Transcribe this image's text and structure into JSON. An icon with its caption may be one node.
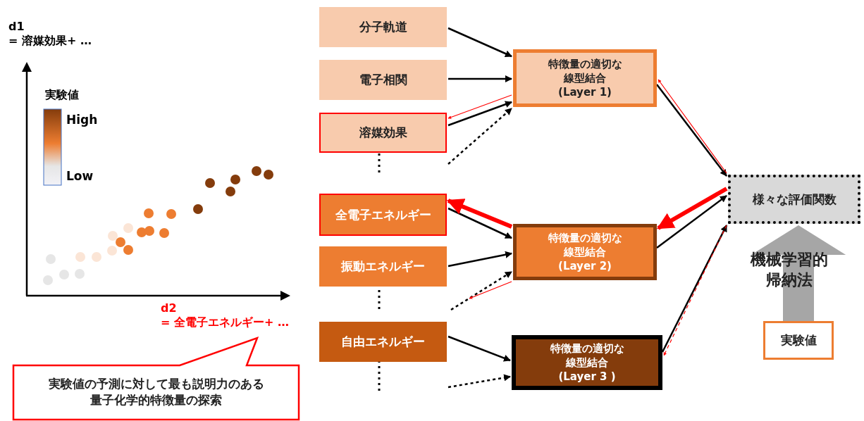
{
  "diagram": {
    "nodes": [
      {
        "text": [
          "分子軌道"
        ]
      },
      {
        "text": [
          "電子相関"
        ]
      },
      {
        "text": [
          "溶媒効果"
        ]
      },
      {
        "text": [
          "全電子エネルギー"
        ]
      },
      {
        "text": [
          "振動エネルギー"
        ]
      },
      {
        "text": [
          "自由エネルギー"
        ]
      },
      {
        "text": [
          "特徴量の適切な線型結合(Layer 1)"
        ]
      },
      {
        "text": [
          "特徴量の適切な線型結合(Layer 2)"
        ]
      },
      {
        "text": [
          "特徴量の適切な線型結合(Layer 3 )"
        ]
      },
      {
        "text": [
          "様々な評価関数"
        ]
      },
      {
        "text": [
          "実験値"
        ]
      },
      {
        "text": [
          "実験値の予測に対して最も説明力のある量子化学的特徴量の探索"
        ]
      }
    ],
    "edges": [
      {
        "from": 0,
        "to": 6,
        "arrow": "to"
      },
      {
        "from": 1,
        "to": 6,
        "arrow": "to"
      },
      {
        "from": 2,
        "to": 6,
        "arrow": "to"
      },
      {
        "from": null,
        "to": 6,
        "arrow": "to",
        "style": "dashed"
      },
      {
        "from": 6,
        "to": 2,
        "arrow": "to",
        "color": "#ff0000"
      },
      {
        "from": 3,
        "to": 7,
        "arrow": "to"
      },
      {
        "from": 7,
        "to": 3,
        "arrow": "to",
        "style": "thick",
        "color": "#ff0000"
      },
      {
        "from": 4,
        "to": 7,
        "arrow": "to"
      },
      {
        "from": null,
        "to": 7,
        "arrow": "to",
        "style": "dashed"
      },
      {
        "from": 7,
        "to": null,
        "arrow": "to",
        "color": "#ff0000"
      },
      {
        "from": 5,
        "to": 8,
        "arrow": "to"
      },
      {
        "from": null,
        "to": 8,
        "arrow": "to",
        "style": "dashed"
      },
      {
        "from": 6,
        "to": 9,
        "arrow": "to"
      },
      {
        "from": 7,
        "to": 9,
        "arrow": "to"
      },
      {
        "from": 8,
        "to": 9,
        "arrow": "to"
      },
      {
        "from": 9,
        "to": 6,
        "arrow": "to",
        "color": "#ff0000"
      },
      {
        "from": 9,
        "to": 7,
        "arrow": "to",
        "style": "thick",
        "color": "#ff0000"
      },
      {
        "from": 9,
        "to": 8,
        "arrow": "to",
        "style": "dashed",
        "color": "#ff0000"
      },
      {
        "from": 10,
        "to": 9,
        "arrow": "to",
        "label": "機械学習的帰納法",
        "style": "thick",
        "color": "#a6a6a6"
      }
    ],
    "labels": [
      "d1",
      "= 溶媒効果+ …",
      "実験値",
      "High",
      "Low",
      "d2",
      "= 全電子エネルギー+ …"
    ]
  }
}
